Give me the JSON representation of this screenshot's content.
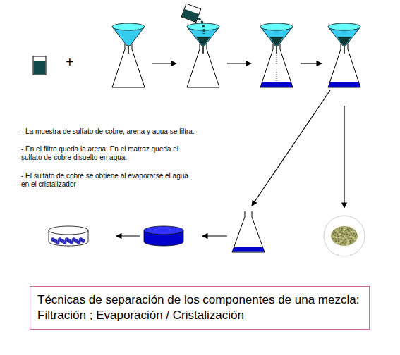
{
  "diagram": {
    "caption": "Técnicas de separación de los componentes de una mezcla: Filtración ; Evaporación / Cristalización",
    "labels": [
      "+",
      "- La muestra de sulfato de cobre, arena y agua se filtra.",
      "- En el filtro queda la arena. En el matraz queda el sulfato de cobre disuelto en agua.",
      "- El sulfato de cobre se obtiene al evaporarse el agua en el cristalizador"
    ]
  }
}
